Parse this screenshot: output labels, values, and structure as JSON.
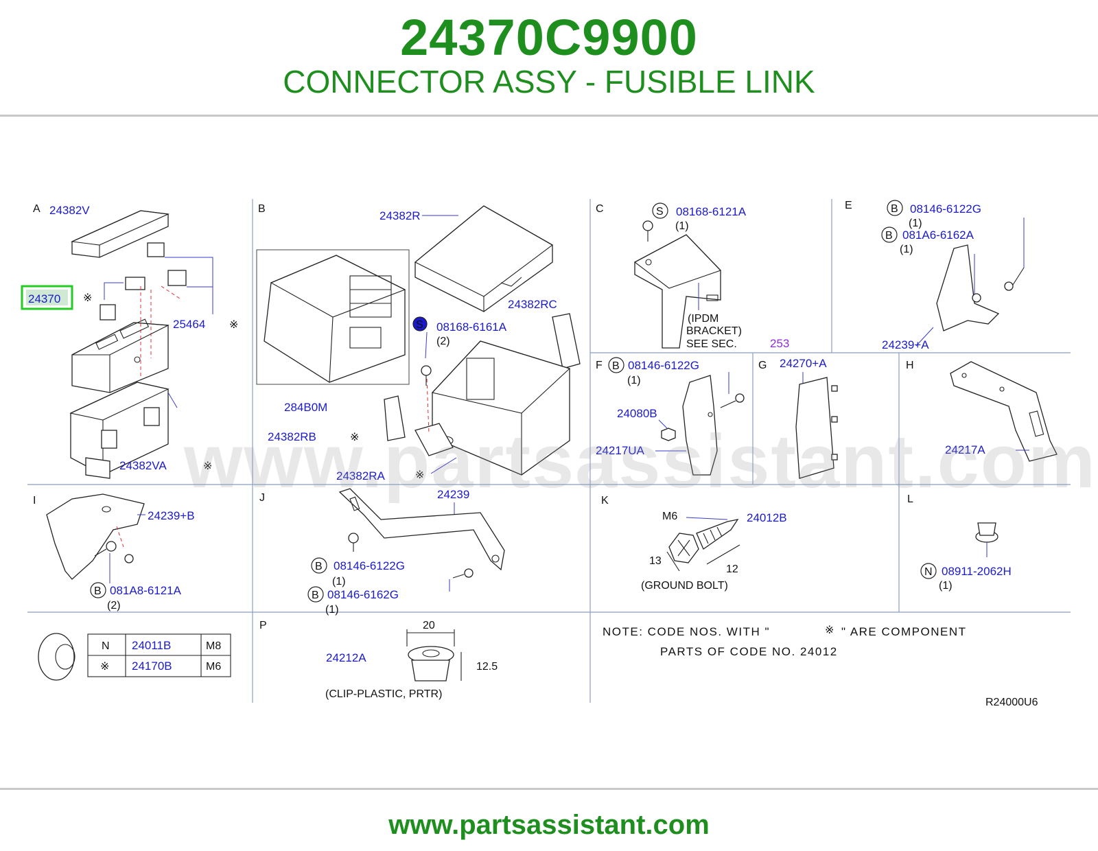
{
  "header": {
    "part_number": "24370C9900",
    "part_name": "CONNECTOR ASSY - FUSIBLE LINK"
  },
  "footer": {
    "website": "www.partsassistant.com"
  },
  "diagram": {
    "watermark": "www.partsassistant.com",
    "reference_code": "R24000U6",
    "highlighted_part": "24370",
    "colors": {
      "brand_green": "#1e8f1e",
      "label_blue": "#1a1acc",
      "highlight_box": "#22cc22",
      "link_purple": "#8a2be2"
    },
    "sections": {
      "A": {
        "letter": "A",
        "labels": [
          "24382V",
          "24370",
          "25464",
          "24382VA"
        ]
      },
      "B": {
        "letter": "B",
        "labels": [
          "24382R",
          "24382RC",
          "08168-6161A",
          "(2)",
          "284B0M",
          "24382RB",
          "24382RA"
        ]
      },
      "C": {
        "letter": "C",
        "labels": [
          "08168-6121A",
          "(1)",
          "(IPDM",
          "BRACKET)",
          "SEE  SEC.",
          "253"
        ]
      },
      "E": {
        "letter": "E",
        "labels": [
          "08146-6122G",
          "(1)",
          "081A6-6162A",
          "(1)",
          "24239+A"
        ]
      },
      "F": {
        "letter": "F",
        "labels": [
          "08146-6122G",
          "(1)",
          "24080B",
          "24217UA"
        ]
      },
      "G": {
        "letter": "G",
        "labels": [
          "24270+A"
        ]
      },
      "H": {
        "letter": "H",
        "labels": [
          "24217A"
        ]
      },
      "I": {
        "letter": "I",
        "labels": [
          "24239+B",
          "081A8-6121A",
          "(2)"
        ]
      },
      "J": {
        "letter": "J",
        "labels": [
          "24239",
          "08146-6122G",
          "(1)",
          "08146-6162G",
          "(1)"
        ]
      },
      "K": {
        "letter": "K",
        "labels": [
          "M6",
          "24012B",
          "13",
          "12",
          "(GROUND  BOLT)"
        ]
      },
      "L": {
        "letter": "L",
        "labels": [
          "08911-2062H",
          "(1)"
        ]
      },
      "P": {
        "letter": "P",
        "labels": [
          "20",
          "24212A",
          "12.5",
          "(CLIP-PLASTIC,  PRTR)"
        ]
      }
    },
    "symbols": {
      "S": "S",
      "B": "B",
      "N": "N",
      "star": "※"
    },
    "nut_table": {
      "rows": [
        {
          "key": "N",
          "part": "24011B",
          "size": "M8"
        },
        {
          "key": "※",
          "part": "24170B",
          "size": "M6"
        }
      ]
    },
    "note": {
      "line1_a": "NOTE:  CODE  NOS.  WITH  \"",
      "line1_b": "\"  ARE  COMPONENT",
      "line2": "PARTS  OF  CODE  NO.  24012"
    }
  }
}
